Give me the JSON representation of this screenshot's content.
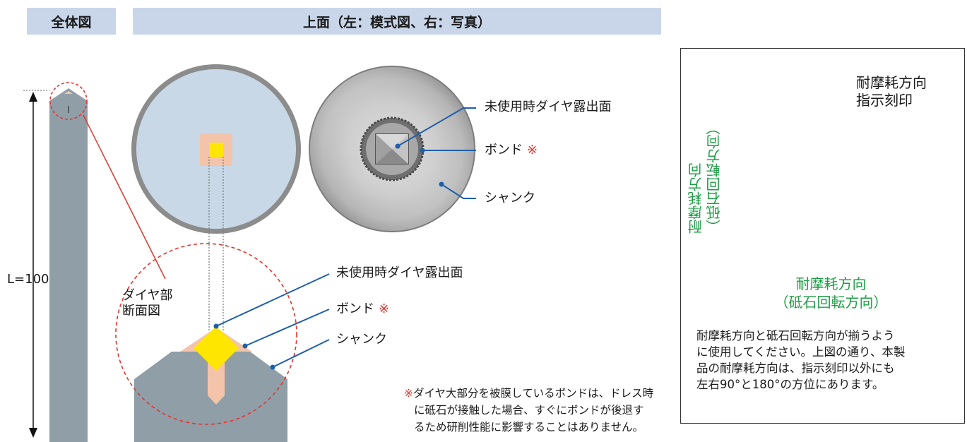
{
  "header": {
    "overall": "全体図",
    "top_view": "上面（左：模式図、右：写真）"
  },
  "overall": {
    "length_label": "L=100",
    "section_label_1": "ダイヤ部",
    "section_label_2": "断面図"
  },
  "top_callouts": {
    "exposed": "未使用時ダイヤ露出面",
    "bond": "ボンド",
    "bond_mark": "※",
    "shank": "シャンク"
  },
  "section_callouts": {
    "exposed": "未使用時ダイヤ露出面",
    "bond": "ボンド",
    "bond_mark": "※",
    "shank": "シャンク"
  },
  "note": {
    "mark": "※",
    "line1": "ダイヤ大部分を被膜しているボンドは、ドレス時",
    "line2": "に砥石が接触した場合、すぐにボンドが後退す",
    "line3": "るため研削性能に影響することはありません。"
  },
  "panel": {
    "marker_label_1": "耐摩耗方向",
    "marker_label_2": "指示刻印",
    "vertical_label_1": "耐摩耗方向",
    "vertical_label_2": "（砥石回転方向）",
    "horizontal_label_1": "耐摩耗方向",
    "horizontal_label_2": "（砥石回転方向）",
    "text_line1": "耐摩耗方向と砥石回転方向が揃うよう",
    "text_line2": "に使用してください。上図の通り、本製",
    "text_line3": "品の耐摩耗方向は、指示刻印以外にも",
    "text_line4": "左右90°と180°の方位にあります。"
  },
  "colors": {
    "header_bg": "#c9d6ea",
    "shank": "#8f9ea7",
    "face": "#c8d8e6",
    "rim": "#8c8c8c",
    "bond": "#f3c4a9",
    "diamond": "#ffe600",
    "callout_line": "#1f5fa8",
    "red": "#e8322c",
    "green": "#1f9e46"
  }
}
